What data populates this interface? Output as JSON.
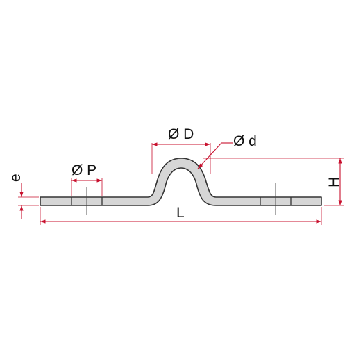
{
  "diagram": {
    "colors": {
      "dimension": "#c8102e",
      "part_fill": "#d6d6d6",
      "part_stroke": "#333333"
    },
    "labels": {
      "D": "Ø D",
      "d": "Ø d",
      "P": "Ø P",
      "L": "L",
      "H": "H",
      "e": "e"
    }
  }
}
